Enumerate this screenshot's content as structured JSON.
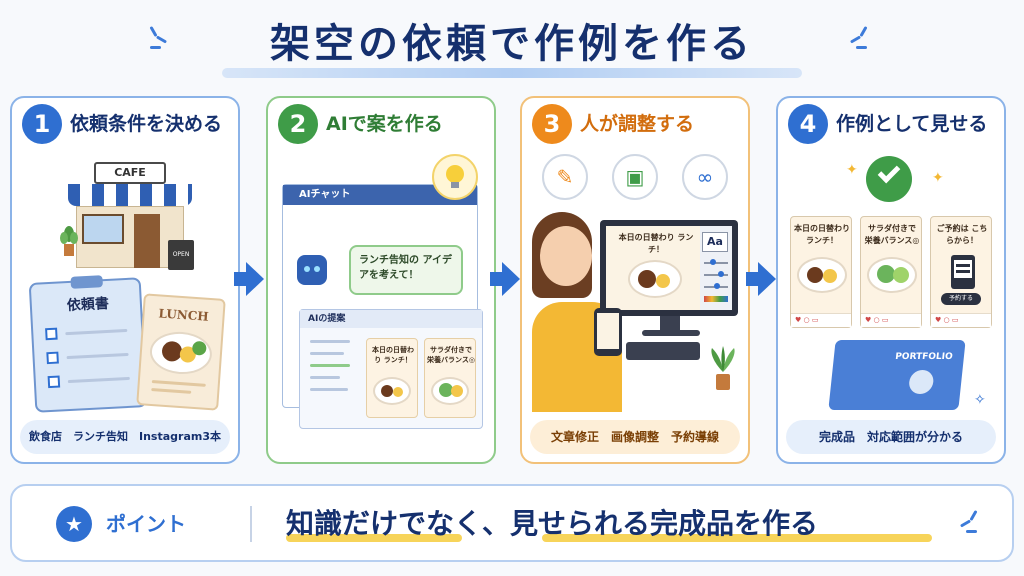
{
  "title": "架空の依頼で作例を作る",
  "steps": [
    {
      "number": "1",
      "label": "依頼条件を決める",
      "cafe_sign": "CAFE",
      "open_board": "OPEN",
      "document_title": "依頼書",
      "menu_title": "LUNCH",
      "footer": "飲食店　ランチ告知　Instagram3本"
    },
    {
      "number": "2",
      "label": "AIで案を作る",
      "chat_title": "AIチャット",
      "chat_message": "ランチ告知の アイデアを考えて！",
      "proposal_title": "AIの提案",
      "idea_1": "本日の日替わり ランチ！",
      "idea_2": "サラダ付きで 栄養バランス◎"
    },
    {
      "number": "3",
      "label": "人が調整する",
      "screen_text": "本日の日替わり ランチ！",
      "font_sample": "Aa",
      "footer": "文章修正　画像調整　予約導線"
    },
    {
      "number": "4",
      "label": "作例として見せる",
      "post_1": "本日の日替わり ランチ！",
      "post_2": "サラダ付きで 栄養バランス◎",
      "post_3": "ご予約は こちらから！",
      "reserve_button": "予約する",
      "portfolio_label": "PORTFOLIO",
      "footer": "完成品　対応範囲が分かる"
    }
  ],
  "point": {
    "label": "ポイント",
    "text": "知識だけでなく、見せられる完成品を作る"
  },
  "icons": {
    "edit": "pencil-icon",
    "image": "image-icon",
    "link": "link-icon"
  },
  "colors": {
    "primary": "#2f6fd1",
    "green": "#3f9c48",
    "orange": "#ee8a1c",
    "navy": "#15306e"
  }
}
